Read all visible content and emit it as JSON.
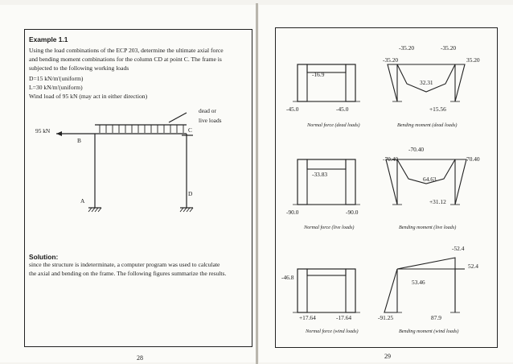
{
  "left_page": {
    "example_title": "Example 1.1",
    "problem_lines": [
      "Using the load combinations of the ECP 203, determine the ultimate axial force",
      "and bending moment combinations for the column CD at point C. The frame is",
      "subjected to the following working loads"
    ],
    "load_lines": [
      "D=15 kN/m'(uniform)",
      "L=30 kN/m'(uniform)",
      "Wind load of 95 kN (may act in either direction)"
    ],
    "frame_labels": {
      "load_label_1": "dead or",
      "load_label_2": "live loads",
      "wind_force": "95 kN",
      "A": "A",
      "B": "B",
      "C": "C",
      "D": "D"
    },
    "solution_heading": "Solution:",
    "solution_lines": [
      "since the structure is indeterminate, a computer program was used to calculate",
      "the axial and bending on the frame. The following figures summarize the results."
    ],
    "page_number": "28"
  },
  "right_page": {
    "diagrams": {
      "normal_dead": {
        "caption": "Normal force (dead loads)",
        "beam": "-16.9",
        "left": "-45.0",
        "right": "-45.0"
      },
      "moment_dead": {
        "caption": "Bending moment (dead loads)",
        "top_left": "-35.20",
        "top_right": "-35.20",
        "left": "-35.20",
        "right": "35.20",
        "mid": "32.31",
        "base": "+15.56"
      },
      "normal_live": {
        "caption": "Normal force (live loads)",
        "beam": "-33.83",
        "left": "-90.0",
        "right": "-90.0"
      },
      "moment_live": {
        "caption": "Bending moment (live loads)",
        "top": "-70.40",
        "left": "-70.40",
        "right": "70.40",
        "mid": "64.63",
        "base": "+31.12"
      },
      "normal_wind": {
        "caption": "Normal force (wind loads)",
        "left_top": "-46.8",
        "left": "+17.64",
        "right": "-17.64"
      },
      "moment_wind": {
        "caption": "Bending moment (wind loads)",
        "top": "-52.4",
        "right": "52.4",
        "mid": "53.46",
        "left": "-91.25",
        "base": "87.9"
      }
    },
    "page_number": "29"
  }
}
